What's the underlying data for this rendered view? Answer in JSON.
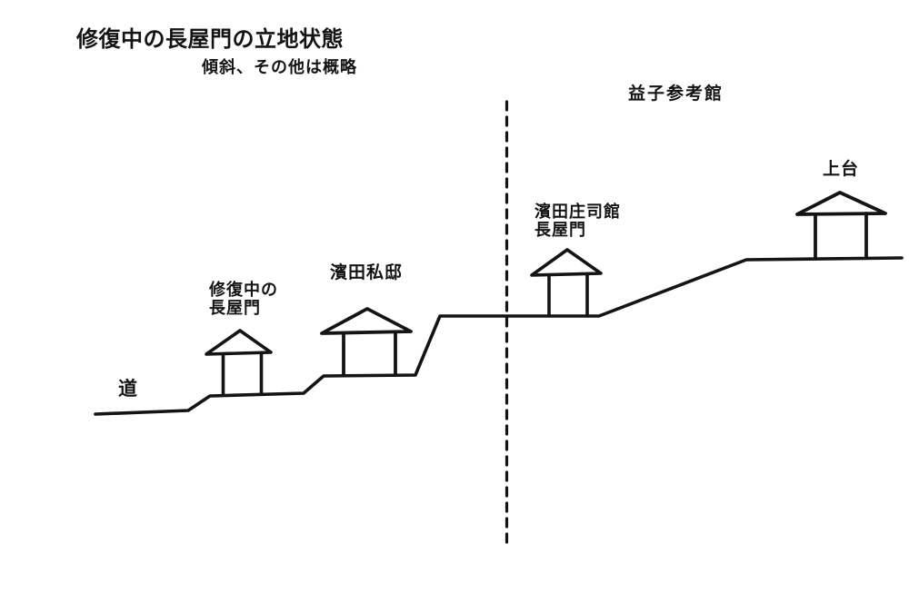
{
  "diagram": {
    "title": "修復中の長屋門の立地状態",
    "subtitle": "傾斜、その他は概略",
    "area_label": "益子参考館",
    "labels": {
      "road": "道",
      "gate_under_repair": "修復中の\n長屋門",
      "hamada_residence": "濱田私邸",
      "hamada_shoji_gate": "濱田庄司館\n長屋門",
      "uwadai": "上台"
    },
    "colors": {
      "line": "#141414",
      "background": "#ffffff",
      "text": "#141414"
    }
  }
}
